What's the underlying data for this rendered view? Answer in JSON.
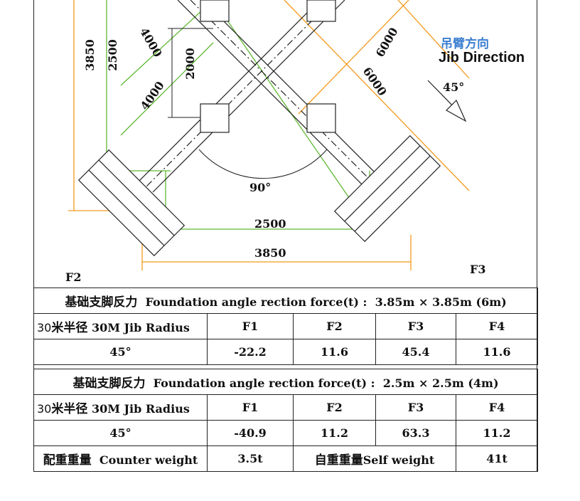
{
  "drawing": {
    "jib_direction_cn": "吊臂方向",
    "jib_direction_en": "Jib Direction",
    "angle_45": "45°",
    "angle_90": "90°",
    "dims": {
      "d3850_v": "3850",
      "d2500_v": "2500",
      "d4000_a": "4000",
      "d4000_b": "4000",
      "d2000": "2000",
      "d6000_a": "6000",
      "d6000_b": "6000",
      "d2500_h": "2500",
      "d3850_h": "3850"
    },
    "labels": {
      "f2": "F2",
      "f3": "F3"
    },
    "colors": {
      "green": "#5fb832",
      "orange": "#f39a1d",
      "line": "#222222",
      "blue_text": "#3b7fd1"
    }
  },
  "table1": {
    "header_cn": "基础支脚反力",
    "header_en": "Foundation angle rection force(t) :",
    "header_size": "3.85m × 3.85m (6m)",
    "radius_prefix": "30",
    "radius_cn": "米半径",
    "radius_en": "30M Jib Radius",
    "cols": [
      "F1",
      "F2",
      "F3",
      "F4"
    ],
    "angle": "45°",
    "values": [
      "-22.2",
      "11.6",
      "45.4",
      "11.6"
    ]
  },
  "table2": {
    "header_cn": "基础支脚反力",
    "header_en": "Foundation angle rection force(t) :",
    "header_size": "2.5m × 2.5m (4m)",
    "radius_prefix": "30",
    "radius_cn": "米半径",
    "radius_en": "30M Jib Radius",
    "cols": [
      "F1",
      "F2",
      "F3",
      "F4"
    ],
    "angle": "45°",
    "values": [
      "-40.9",
      "11.2",
      "63.3",
      "11.2"
    ],
    "counter_cn": "配重重量",
    "counter_en": "Counter weight",
    "counter_value": "3.5t",
    "self_cn": "自重重量",
    "self_en": "Self weight",
    "self_value": "41t"
  }
}
